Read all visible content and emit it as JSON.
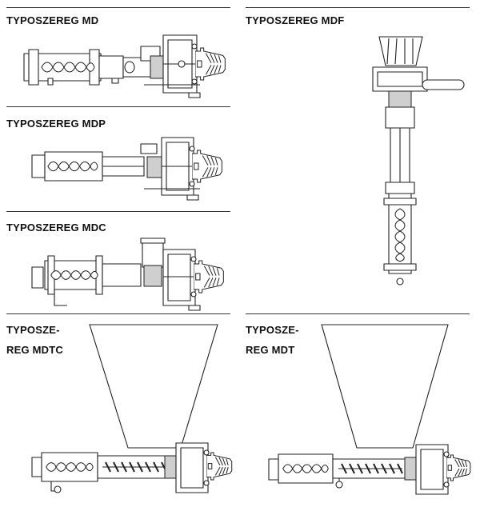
{
  "sections": {
    "md": {
      "label": "TYPOSZEREG MD"
    },
    "mdp": {
      "label": "TYPOSZEREG MDP"
    },
    "mdc": {
      "label": "TYPOSZEREG MDC"
    },
    "mdf": {
      "label": "TYPOSZEREG MDF"
    },
    "mdtc": {
      "label_line1": "TYPOSZE-",
      "label_line2": "REG MDTC"
    },
    "mdt": {
      "label_line1": "TYPOSZE-",
      "label_line2": "REG MDT"
    }
  }
}
